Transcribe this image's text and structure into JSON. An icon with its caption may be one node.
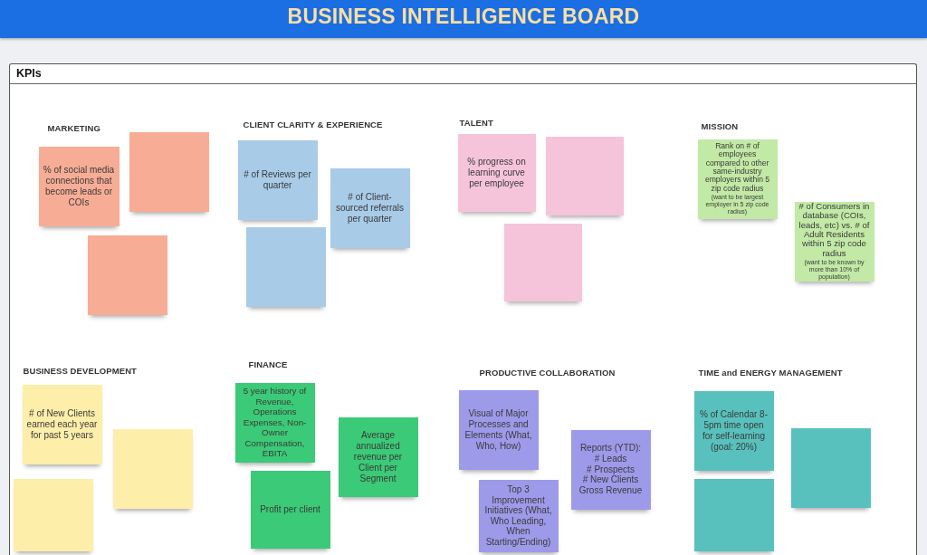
{
  "diagram": {
    "title": "BUSINESS INTELLIGENCE BOARD",
    "nodes": [
      {
        "text": [
          "KPIs"
        ]
      },
      {
        "text": [
          "% of social media connections that become leads or COIs"
        ],
        "in": 0
      },
      {
        "text": [],
        "shape": "box",
        "in": 0
      },
      {
        "text": [],
        "shape": "box",
        "in": 0
      },
      {
        "text": [
          "# of Reviews per quarter"
        ],
        "in": 0
      },
      {
        "text": [
          "# of Client-sourced referrals per quarter"
        ],
        "in": 0
      },
      {
        "text": [],
        "shape": "box",
        "in": 0
      },
      {
        "text": [
          "% progress on learning curve per employee"
        ],
        "in": 0
      },
      {
        "text": [],
        "shape": "box",
        "in": 0
      },
      {
        "text": [],
        "shape": "box",
        "in": 0
      },
      {
        "text": [
          "Rank on # of employees compared to other same-industry employers within 5 zip code radius",
          "(want to be largest employer in 5 zip code radius)"
        ],
        "in": 0
      },
      {
        "text": [
          "# of Consumers in database (COIs, leads, etc) vs. # of Adult Residents within 5 zip code radius",
          "(want to be known by more than 10% of population)"
        ],
        "in": 0
      },
      {
        "text": [
          "# of New Clients earned each year for past 5 years"
        ],
        "in": 0
      },
      {
        "text": [],
        "shape": "box",
        "in": 0
      },
      {
        "text": [],
        "shape": "box",
        "in": 0
      },
      {
        "text": [
          "5 year history of Revenue, Operations Expenses, Non-Owner Compensation, EBITA"
        ],
        "in": 0
      },
      {
        "text": [
          "Average annualized revenue per Client per Segment"
        ],
        "in": 0
      },
      {
        "text": [
          "Profit per client"
        ],
        "in": 0
      },
      {
        "text": [
          "Visual of Major Processes and Elements (What, Who, How)"
        ],
        "in": 0
      },
      {
        "text": [
          "Reports (YTD):",
          "# Leads",
          "# Prospects",
          "# New Clients",
          "Gross Revenue"
        ],
        "in": 0
      },
      {
        "text": [
          "Top 3 Improvement Initiatives (What, Who Leading, When Starting/Ending)"
        ],
        "in": 0
      },
      {
        "text": [
          "% of Calendar 8-5pm time open for self-learning (goal: 20%)"
        ],
        "in": 0
      },
      {
        "text": [],
        "shape": "box",
        "in": 0
      },
      {
        "text": [],
        "shape": "box",
        "in": 0
      }
    ],
    "labels": [
      "MARKETING",
      "CLIENT CLARITY & EXPERIENCE",
      "TALENT",
      "MISSION",
      "BUSINESS DEVELOPMENT",
      "FINANCE",
      "PRODUCTIVE COLLABORATION",
      "TIME and ENERGY MANAGEMENT"
    ]
  }
}
